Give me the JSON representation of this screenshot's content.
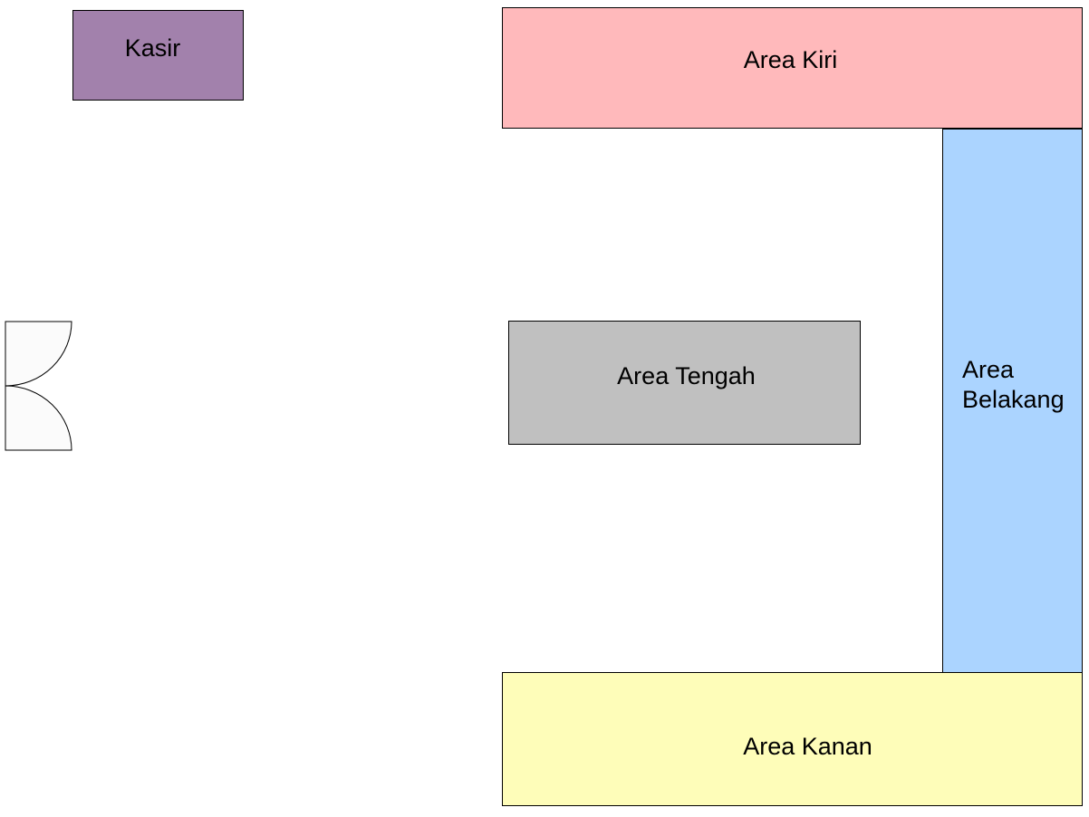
{
  "zones": {
    "kasir": {
      "label": "Kasir",
      "color": "#a281ac"
    },
    "area_kiri": {
      "label": "Area Kiri",
      "color": "#ffb9bb"
    },
    "area_tengah": {
      "label": "Area Tengah",
      "color": "#c0c0c0"
    },
    "area_belakang": {
      "label": "Area\nBelakang",
      "color": "#abd4ff"
    },
    "area_kanan": {
      "label": "Area Kanan",
      "color": "#fefdb9"
    }
  },
  "door": {
    "icon": "double-door-icon",
    "color": "#fbfbfb"
  }
}
